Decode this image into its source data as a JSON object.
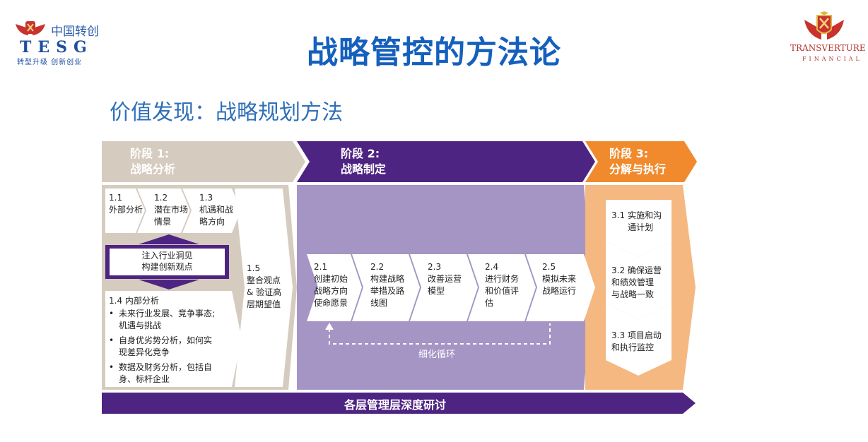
{
  "header": {
    "title": "战略管控的方法论",
    "subtitle": "价值发现：战略规划方法"
  },
  "logo_left": {
    "cn": "中国转创",
    "en": "TESG",
    "slogan": "转型升级 创新创业"
  },
  "logo_right": {
    "name": "TRANSVERTURE",
    "sub": "FINANCIAL"
  },
  "stages": [
    {
      "label": "阶段 1:",
      "name": "战略分析",
      "color": "#d5cbbf"
    },
    {
      "label": "阶段 2:",
      "name": "战略制定",
      "color": "#4e2482"
    },
    {
      "label": "阶段 3:",
      "name": "分解与执行",
      "color": "#f08a2c"
    }
  ],
  "stage1": {
    "steps": [
      {
        "num": "1.1",
        "text": "外部分析"
      },
      {
        "num": "1.2",
        "text": "潜在市场\n情景"
      },
      {
        "num": "1.3",
        "text": "机遇和战\n略方向"
      }
    ],
    "insight": "注入行业洞见\n构建创新观点",
    "internal": {
      "title": "1.4 内部分析",
      "items": [
        "未来行业发展、竞争事态;\n机遇与挑战",
        "自身优劣势分析，如何实\n现差异化竞争",
        "数据及财务分析，包括自\n身、标杆企业"
      ]
    },
    "step15": {
      "num": "1.5",
      "text": "整合观点\n& 验证高\n层期望值"
    }
  },
  "stage2": {
    "steps": [
      {
        "num": "2.1",
        "text": "创建初始\n战略方向\n使命愿景"
      },
      {
        "num": "2.2",
        "text": "构建战略\n举措及路\n线图"
      },
      {
        "num": "2.3",
        "text": "改善运营\n模型"
      },
      {
        "num": "2.4",
        "text": "进行财务\n和价值评\n估"
      },
      {
        "num": "2.5",
        "text": "模拟未来\n战略运行"
      }
    ],
    "loop": "细化循环"
  },
  "stage3": {
    "steps": [
      {
        "num": "3.1",
        "text": "实施和沟\n通计划"
      },
      {
        "num": "3.2",
        "text": "确保运营\n和绩效管理\n与战略一致"
      },
      {
        "num": "3.3",
        "text": "项目启动\n和执行监控"
      }
    ]
  },
  "footer": "各层管理层深度研讨",
  "colors": {
    "title": "#1560bd",
    "beige": "#d5cbbf",
    "purple_dark": "#4e2482",
    "purple_light": "#a495c4",
    "orange": "#f08a2c",
    "orange_light": "#f5b880"
  }
}
